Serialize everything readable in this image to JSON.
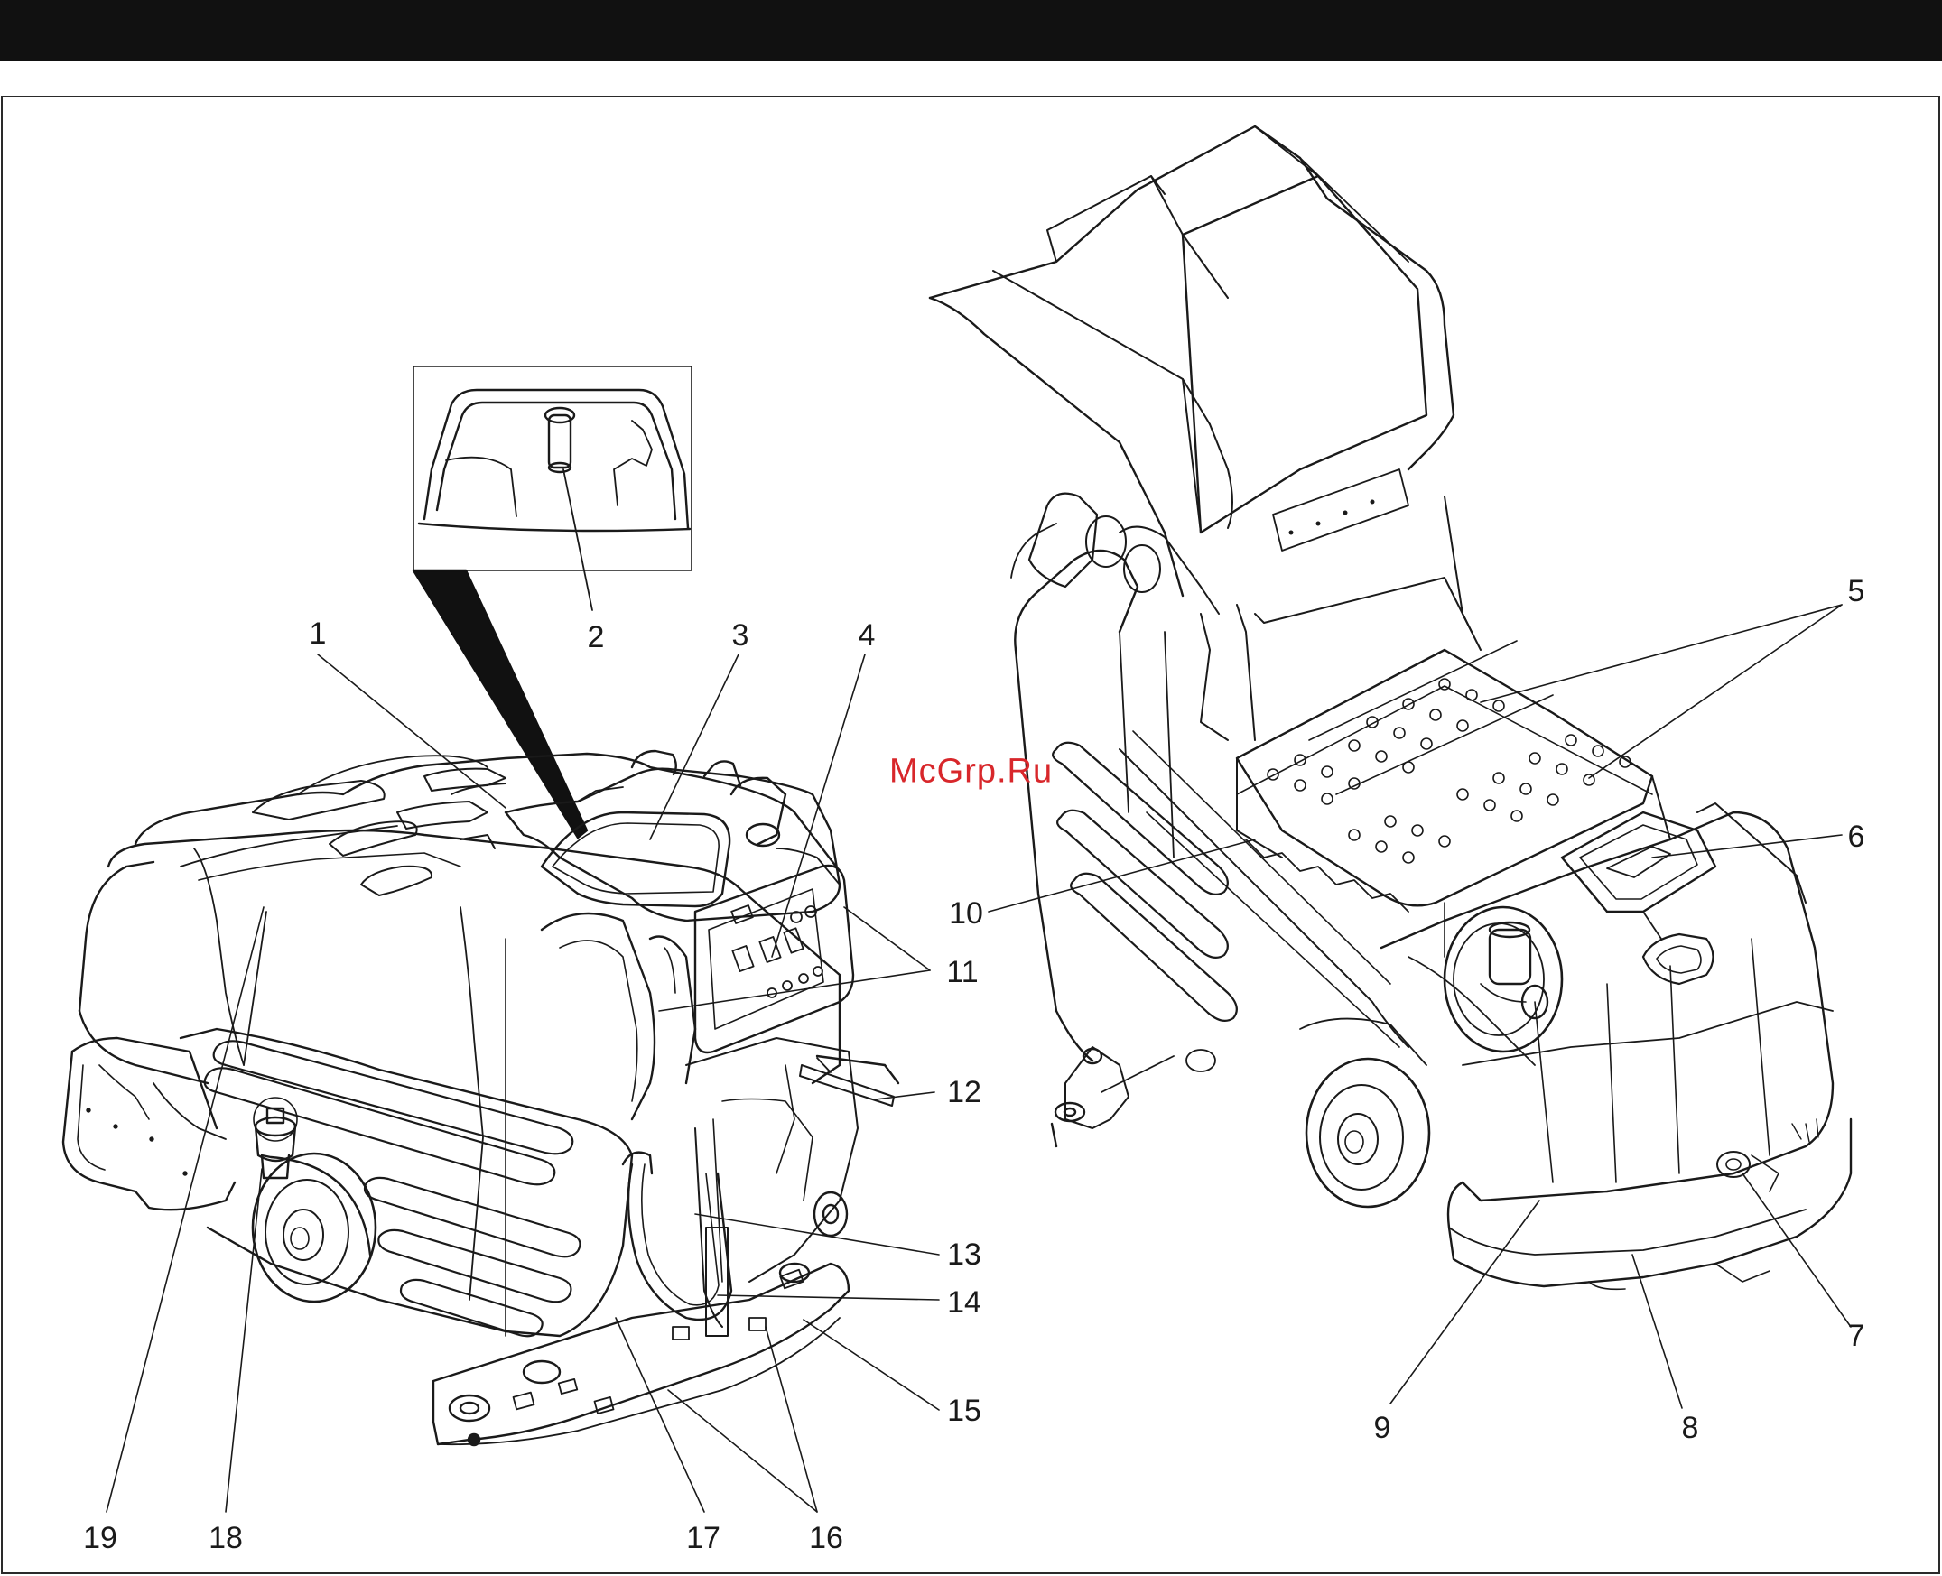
{
  "header": {
    "bar_color": "#111111"
  },
  "watermark": {
    "text": "McGrp.Ru",
    "color": "#d8272b"
  },
  "callouts": {
    "c1": "1",
    "c2": "2",
    "c3": "3",
    "c4": "4",
    "c5": "5",
    "c6": "6",
    "c7": "7",
    "c8": "8",
    "c9": "9",
    "c10": "10",
    "c11": "11",
    "c12": "12",
    "c13": "13",
    "c14": "14",
    "c15": "15",
    "c16": "16",
    "c17": "17",
    "c18": "18",
    "c19": "19"
  },
  "figures": {
    "left": "floor-scrubber-front-view",
    "right": "floor-scrubber-rear-view-lid-open",
    "detail": "filler-cap-detail-inset"
  }
}
